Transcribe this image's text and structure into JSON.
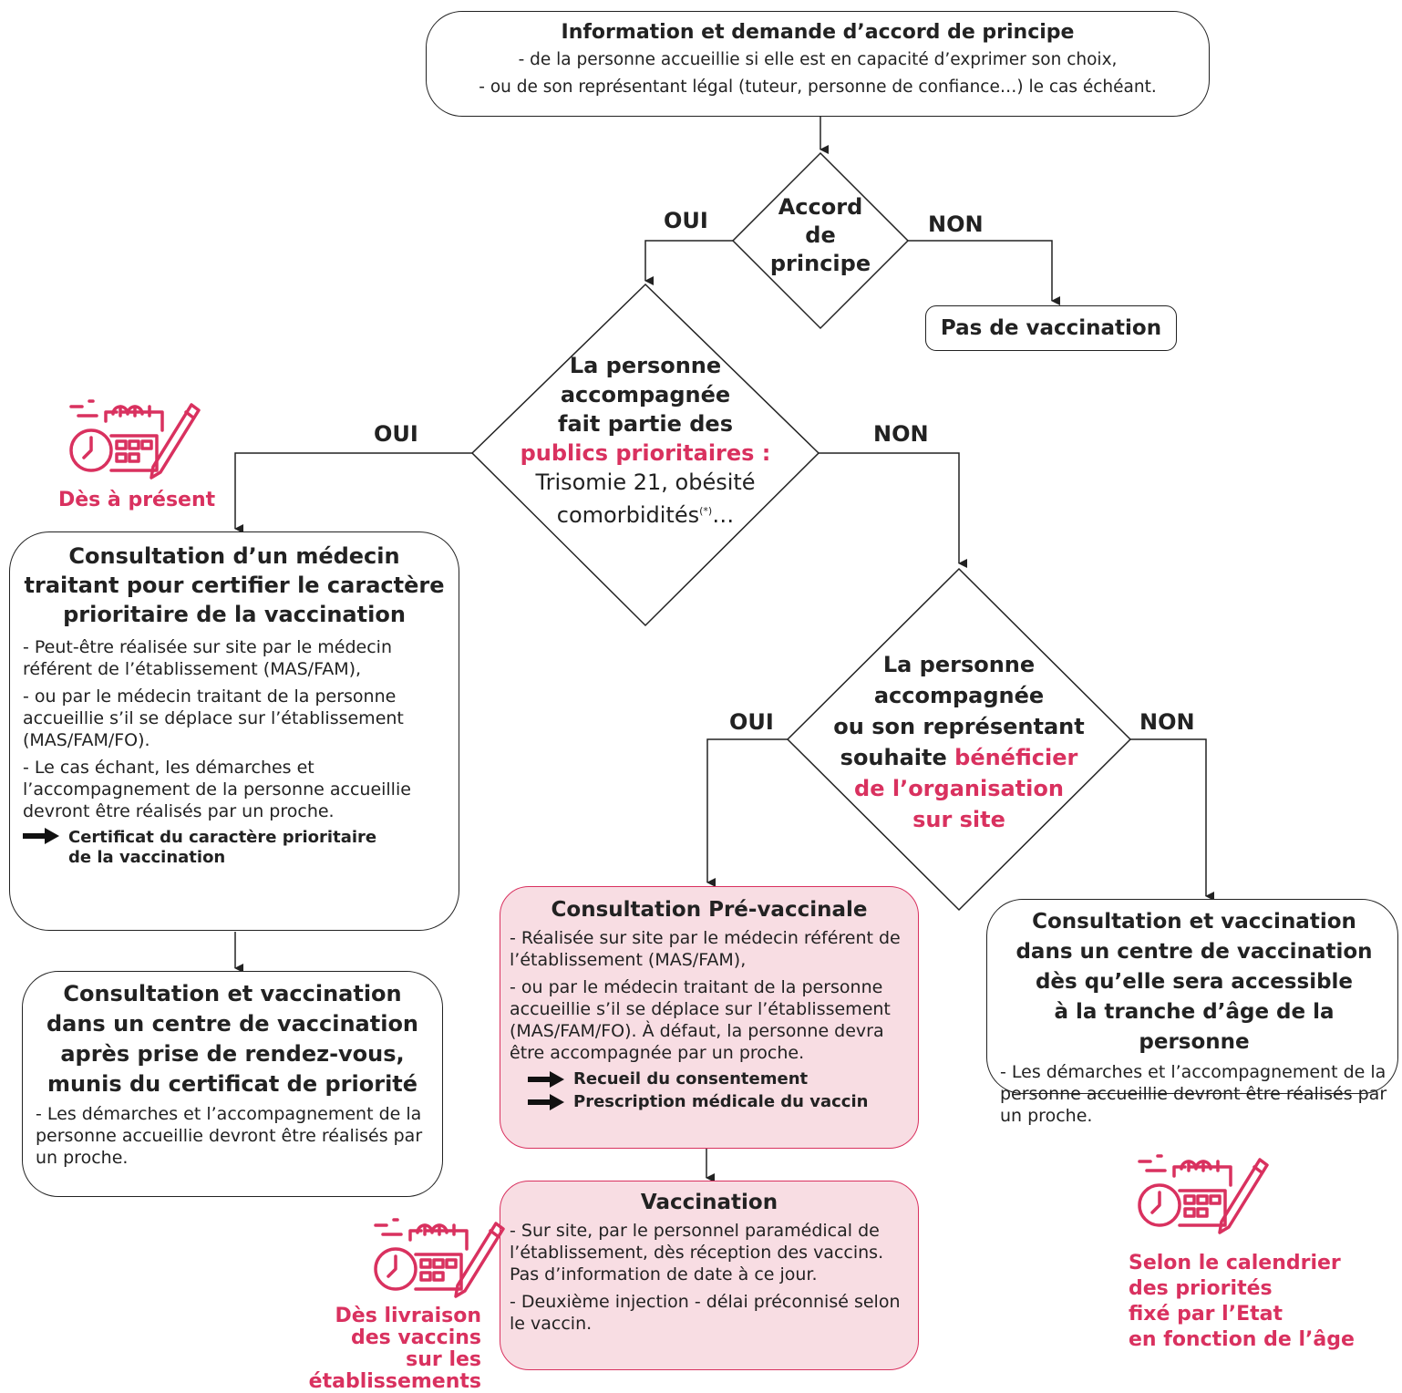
{
  "colors": {
    "accent": "#d9315f",
    "pink_fill": "#f8dde3",
    "line": "#222222"
  },
  "top": {
    "title": "Information et demande d’accord de principe",
    "line1": "- de la personne accueillie si elle est en capacité d’exprimer son choix,",
    "line2": "- ou de son représentant légal (tuteur, personne de confiance…) le cas échéant."
  },
  "d1": {
    "l1": "Accord",
    "l2": "de",
    "l3": "principe",
    "oui": "OUI",
    "non": "NON"
  },
  "no_vacc": "Pas de vaccination",
  "d2": {
    "l1": "La personne",
    "l2": "accompagnée",
    "l3": "fait partie des",
    "l4": "publics prioritaires :",
    "l5": "Trisomie 21, obésité",
    "l6": "comorbidités",
    "l6_sup": "(*)",
    "l6_end": "…",
    "oui": "OUI",
    "non": "NON"
  },
  "d3": {
    "l1": "La personne",
    "l2": "accompagnée",
    "l3": "ou son représentant",
    "l4a": "souhaite ",
    "l4b": "bénéficier",
    "l5": "de l’organisation",
    "l6": "sur site",
    "oui": "OUI",
    "non": "NON"
  },
  "left1": {
    "t1": "Consultation d’un médecin",
    "t2": "traitant pour certifier le caractère",
    "t3": "prioritaire de la vaccination",
    "p1": "- Peut-être réalisée sur site par le médecin référent de l’établissement (MAS/FAM),",
    "p2": "- ou par le médecin traitant de la personne accueillie s’il se déplace sur l’établissement (MAS/FAM/FO).",
    "p3": "- Le cas échant, les démarches et l’accompagnement de la personne accueillie devront être réalisés par un proche.",
    "res1": "Certificat du caractère prioritaire",
    "res2": "de la vaccination"
  },
  "left2": {
    "t1": "Consultation et vaccination",
    "t2": "dans un centre de vaccination",
    "t3": "après prise de rendez-vous,",
    "t4": "munis du certificat de priorité",
    "p1": "- Les démarches et l’accompagnement de la personne accueillie devront être réalisés par un proche."
  },
  "mid1": {
    "title": "Consultation Pré-vaccinale",
    "p1": "- Réalisée sur site par le médecin référent de l’établissement (MAS/FAM),",
    "p2": "- ou par le médecin traitant de la personne accueillie s’il se déplace sur l’établissement (MAS/FAM/FO). À défaut, la personne devra être accompagnée par un proche.",
    "res1": "Recueil du consentement",
    "res2": "Prescription médicale du vaccin"
  },
  "mid2": {
    "title": "Vaccination",
    "p1": "- Sur site, par le personnel paramédical de l’établissement, dès réception des vaccins. Pas d’information de date à ce jour.",
    "p2": "- Deuxième injection - délai préconnisé selon le vaccin."
  },
  "right1": {
    "t1": "Consultation et vaccination",
    "t2": "dans un centre de vaccination",
    "t3": "dès qu’elle sera accessible",
    "t4": "à la tranche d’âge de la personne",
    "p1": "- Les démarches et l’accompagnement de la personne accueillie devront être réalisés par un proche."
  },
  "cal1": {
    "icon": "calendar-clock-pencil-icon",
    "caption": "Dès à présent"
  },
  "cal2": {
    "icon": "calendar-clock-pencil-icon",
    "c1": "Dès livraison",
    "c2": "des vaccins",
    "c3": "sur les établissements"
  },
  "cal3": {
    "icon": "calendar-clock-pencil-icon",
    "c1": "Selon le calendrier",
    "c2": "des priorités",
    "c3": "fixé par l’Etat",
    "c4": "en fonction de l’âge"
  }
}
